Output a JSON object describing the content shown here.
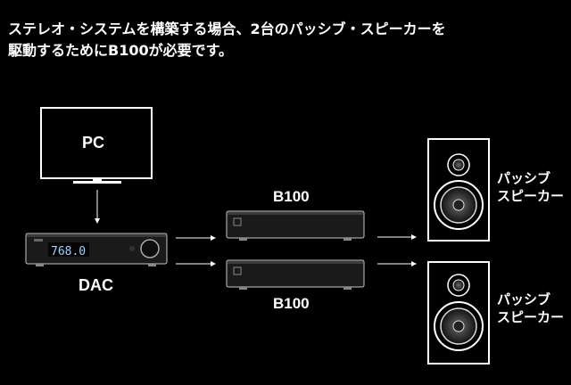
{
  "headline": {
    "line1": "ステレオ・システムを構築する場合、2台のパッシブ・スピーカーを",
    "line2": "駆動するためにB100が必要です。"
  },
  "devices": {
    "pc": {
      "label": "PC"
    },
    "dac": {
      "label": "DAC",
      "display_value": "768.0"
    },
    "amp_top": {
      "label": "B100"
    },
    "amp_bottom": {
      "label": "B100"
    },
    "speaker_top": {
      "label_line1": "パッシブ",
      "label_line2": "スピーカー"
    },
    "speaker_bottom": {
      "label_line1": "パッシブ",
      "label_line2": "スピーカー"
    }
  },
  "colors": {
    "background": "#000000",
    "line": "#ffffff",
    "device_body": "#1a1a1a",
    "device_edge": "#c8c8c8"
  }
}
